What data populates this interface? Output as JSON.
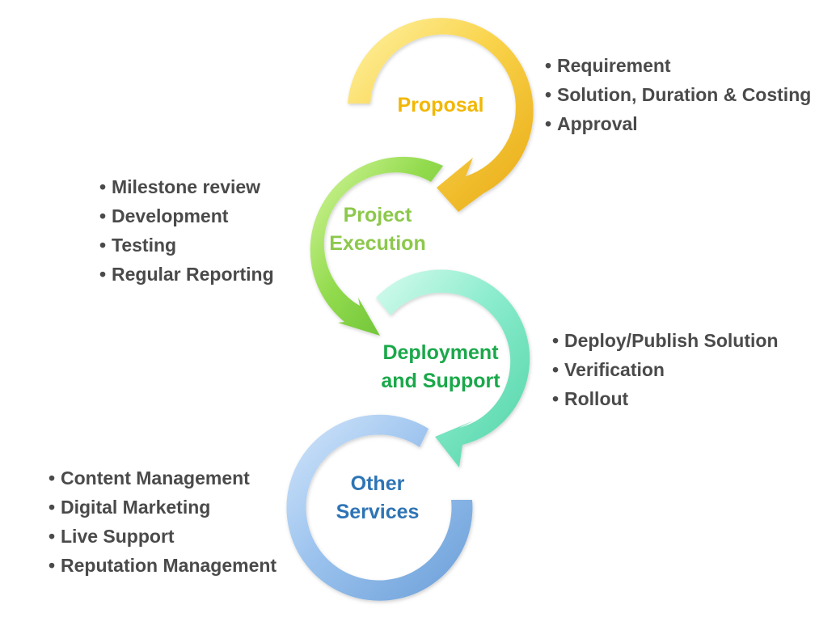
{
  "stages": [
    {
      "title_line1": "Proposal",
      "title_line2": "",
      "title_color": "#f2b705",
      "arrow_light": "#fff3a6",
      "arrow_mid": "#f9d34a",
      "arrow_dark": "#e8a913",
      "items": [
        "Requirement",
        "Solution, Duration & Costing",
        "Approval"
      ]
    },
    {
      "title_line1": "Project",
      "title_line2": "Execution",
      "title_color": "#8cc84b",
      "arrow_light": "#d8f7a0",
      "arrow_mid": "#93db4e",
      "arrow_dark": "#5bb62a",
      "items": [
        "Milestone review",
        "Development",
        "Testing",
        "Regular Reporting"
      ]
    },
    {
      "title_line1": "Deployment",
      "title_line2": "and Support",
      "title_color": "#1aa84a",
      "arrow_light": "#d6fbee",
      "arrow_mid": "#8beccd",
      "arrow_dark": "#4fd3a6",
      "items": [
        "Deploy/Publish Solution",
        "Verification",
        "Rollout"
      ]
    },
    {
      "title_line1": "Other",
      "title_line2": "Services",
      "title_color": "#2e74b5",
      "arrow_light": "#d3e6fb",
      "arrow_mid": "#9cc3ee",
      "arrow_dark": "#6a9ed8",
      "items": [
        "Content Management",
        "Digital Marketing",
        "Live Support",
        "Reputation Management"
      ]
    }
  ]
}
